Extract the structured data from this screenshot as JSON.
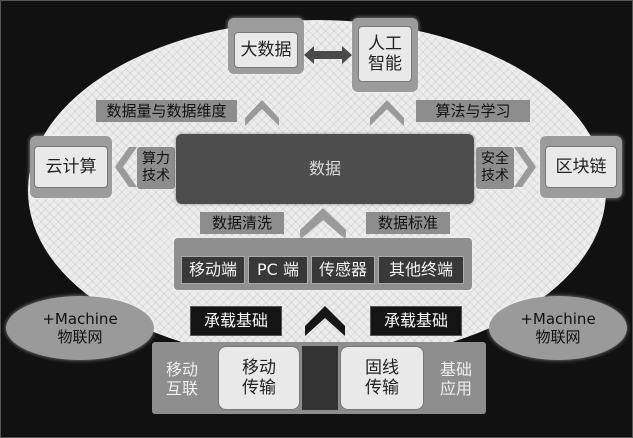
{
  "top": {
    "big_data": "大数据",
    "ai_line1": "人工",
    "ai_line2": "智能"
  },
  "labels": {
    "volume_dimension": "数据量与数据维度",
    "algorithm_learning": "算法与学习",
    "compute_line1": "算力",
    "compute_line2": "技术",
    "security_line1": "安全",
    "security_line2": "技术",
    "data_cleaning": "数据清洗",
    "data_standard": "数据标准"
  },
  "side": {
    "cloud": "云计算",
    "blockchain": "区块链"
  },
  "center": {
    "data": "数据"
  },
  "terminals": [
    "移动端",
    "PC 端",
    "传感器",
    "其他终端"
  ],
  "carrier": {
    "left": "承载基础",
    "right": "承载基础"
  },
  "iot": {
    "left_line1": "+Machine",
    "left_line2": "物联网",
    "right_line1": "+Machine",
    "right_line2": "物联网"
  },
  "bottom": {
    "mobile_internet_line1": "移动",
    "mobile_internet_line2": "互联",
    "mobile_trans_line1": "移动",
    "mobile_trans_line2": "传输",
    "fixed_trans_line1": "固线",
    "fixed_trans_line2": "传输",
    "basic_app_line1": "基础",
    "basic_app_line2": "应用"
  }
}
